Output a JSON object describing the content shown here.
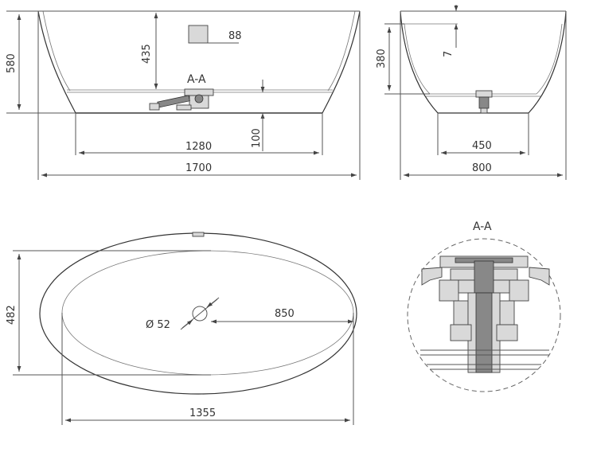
{
  "front_view": {
    "overall_height": "580",
    "inner_depth": "435",
    "overflow_width": "88",
    "section_label": "A-A",
    "base_width": "1280",
    "base_height": "100",
    "overall_length": "1700"
  },
  "side_view": {
    "inner_depth": "380",
    "rim_offset": "7",
    "base_width": "450",
    "overall_width": "800"
  },
  "top_view": {
    "overall_width": "482",
    "drain_diameter": "Ø 52",
    "drain_position": "850",
    "inner_length": "1355"
  },
  "section_detail": {
    "label": "A-A"
  }
}
